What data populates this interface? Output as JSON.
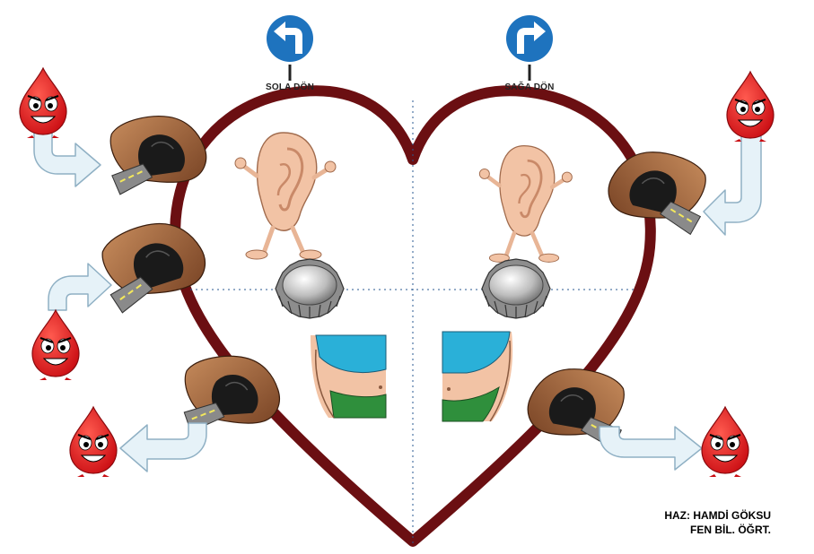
{
  "signs": {
    "left_label": "SOLA DÖN",
    "right_label": "SAĞA DÖN",
    "color": "#1e73be"
  },
  "credit": {
    "line1": "HAZ: HAMDİ GÖKSU",
    "line2": "FEN BİL. ÖĞRT."
  },
  "colors": {
    "heart_outline": "#6b0f12",
    "blood": "#e8141b",
    "arrow_fill": "#e6f2f8",
    "arrow_stroke": "#8fb0c4",
    "tunnel": "#a0673e",
    "road": "#808080",
    "ear": "#f2c3a5",
    "bottle_cap": "#c0c0c0",
    "shirt_blue": "#2ab0d8",
    "pants_green": "#2f8f3c"
  },
  "icons": {
    "left_sign": "turn-left-sign-icon",
    "right_sign": "turn-right-sign-icon",
    "drop": "blood-drop-character-icon",
    "ear": "ear-character-icon",
    "cap": "bottle-cap-icon",
    "belly": "belly-icon",
    "tunnel": "vein-tunnel-icon"
  }
}
